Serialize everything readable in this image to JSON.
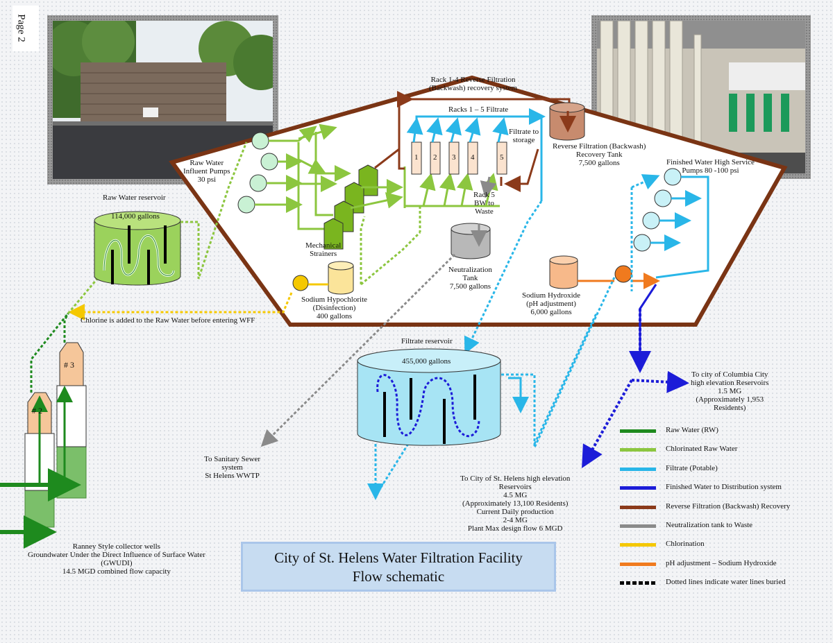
{
  "page_tag": "Page 2",
  "title": {
    "line1": "City of St. Helens Water Filtration Facility",
    "line2": "Flow schematic"
  },
  "colors": {
    "raw": "#1e8a1e",
    "chlorinated": "#8cc63f",
    "filtrate": "#29b6e8",
    "finished": "#1c1cd8",
    "backwash": "#8b3a1a",
    "neutral": "#8a8a8a",
    "chlorination": "#f5c800",
    "ph": "#f07a1e",
    "building_border": "#7a3414"
  },
  "labels": {
    "backwash_system": [
      "Rack 1-4 Reverse Filtration",
      "(Backwash) recovery system"
    ],
    "racks_filtrate": "Racks 1 – 5 Filtrate",
    "filtrate_storage": [
      "Filtrate to",
      "storage"
    ],
    "backwash_tank": [
      "Reverse Filtration (Backwash)",
      "Recovery Tank",
      "7,500 gallons"
    ],
    "finished_pumps": [
      "Finished Water High Service",
      "Pumps 80 -100 psi"
    ],
    "raw_pumps": [
      "Raw Water",
      "Influent Pumps",
      "30 psi"
    ],
    "rack5_waste": [
      "Rack 5",
      "BW to",
      "Waste"
    ],
    "strainers": [
      "Mechanical",
      "Strainers"
    ],
    "neutral_tank": [
      "Neutralization",
      "Tank",
      "7,500 gallons"
    ],
    "hypochlorite": [
      "Sodium Hypochlorite",
      "(Disinfection)",
      "400 gallons"
    ],
    "hydroxide": [
      "Sodium Hydroxide",
      "(pH adjustment)",
      "6,000 gallons"
    ],
    "raw_reservoir": "Raw Water reservoir",
    "raw_reservoir_cap": "114,000 gallons",
    "chlorine_note": "Chlorine is added to the Raw Water before entering WFF",
    "filtrate_reservoir": "Filtrate reservoir",
    "filtrate_reservoir_cap": "455,000 gallons",
    "columbia": [
      "To city of Columbia City",
      "high elevation Reservoirs",
      "1.5 MG",
      "(Approximately 1,953",
      "Residents)"
    ],
    "sewer": [
      "To Sanitary Sewer",
      "system",
      "St Helens WWTP"
    ],
    "st_helens": [
      "To City of St. Helens high elevation",
      "Reservoirs",
      "4.5 MG",
      "(Approximately 13,100 Residents)",
      "Current Daily production",
      "2-4 MG",
      "Plant Max design flow 6 MGD"
    ],
    "wells": [
      "Ranney Style collector wells",
      "Groundwater Under the Direct Influence of Surface Water",
      "(GWUDI)",
      "14.5 MGD combined flow capacity"
    ],
    "well2": "# 2",
    "well3": "# 3",
    "rack_numbers": [
      "1",
      "2",
      "3",
      "4",
      "5"
    ]
  },
  "legend": [
    {
      "label": "Raw Water (RW)",
      "color": "#1e8a1e",
      "style": "solid"
    },
    {
      "label": "Chlorinated Raw Water",
      "color": "#8cc63f",
      "style": "solid"
    },
    {
      "label": "Filtrate (Potable)",
      "color": "#29b6e8",
      "style": "solid"
    },
    {
      "label": "Finished Water to Distribution system",
      "color": "#1c1cd8",
      "style": "solid"
    },
    {
      "label": "Reverse Filtration (Backwash) Recovery",
      "color": "#8b3a1a",
      "style": "solid"
    },
    {
      "label": "Neutralization tank to Waste",
      "color": "#8a8a8a",
      "style": "solid"
    },
    {
      "label": "Chlorination",
      "color": "#f5c800",
      "style": "solid"
    },
    {
      "label": "pH adjustment – Sodium Hydroxide",
      "color": "#f07a1e",
      "style": "solid"
    },
    {
      "label": "Dotted lines indicate water lines buried",
      "color": "#000000",
      "style": "dotted"
    }
  ]
}
